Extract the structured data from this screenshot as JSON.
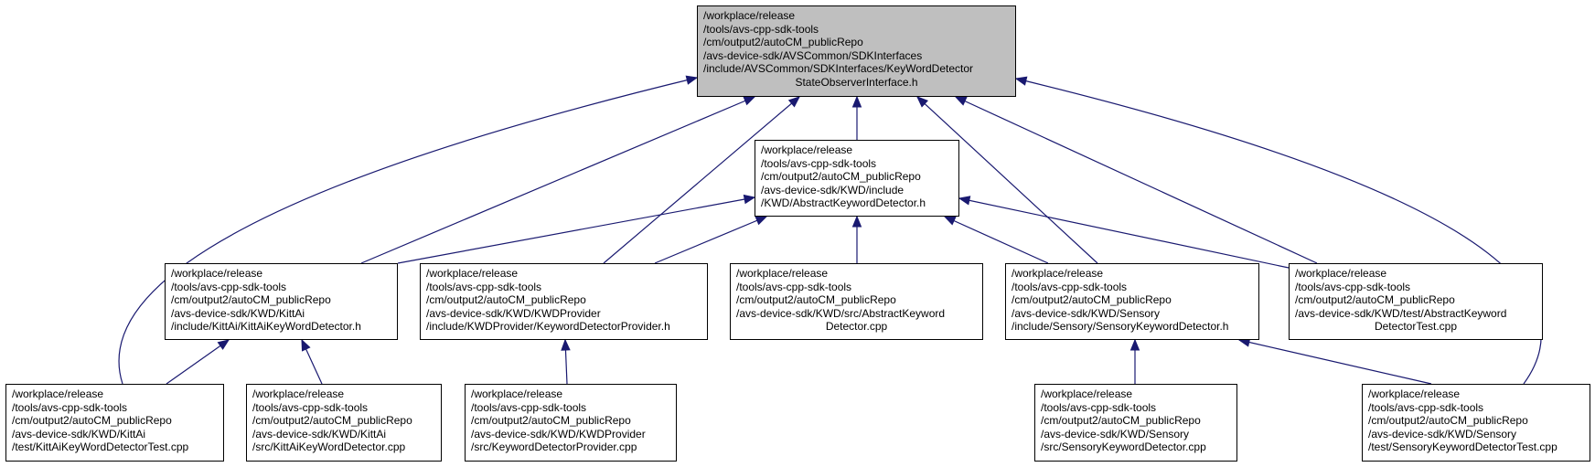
{
  "colors": {
    "edge": "#191970",
    "root_fill": "#bfbfbf",
    "node_fill": "#ffffff",
    "border": "#000000"
  },
  "nodes": {
    "root": [
      "/workplace/release",
      "/tools/avs-cpp-sdk-tools",
      "/cm/output2/autoCM_publicRepo",
      "/avs-device-sdk/AVSCommon/SDKInterfaces",
      "/include/AVSCommon/SDKInterfaces/KeyWordDetector",
      "StateObserverInterface.h"
    ],
    "abstract_h": [
      "/workplace/release",
      "/tools/avs-cpp-sdk-tools",
      "/cm/output2/autoCM_publicRepo",
      "/avs-device-sdk/KWD/include",
      "/KWD/AbstractKeywordDetector.h"
    ],
    "kittai_h": [
      "/workplace/release",
      "/tools/avs-cpp-sdk-tools",
      "/cm/output2/autoCM_publicRepo",
      "/avs-device-sdk/KWD/KittAi",
      "/include/KittAi/KittAiKeyWordDetector.h"
    ],
    "provider_h": [
      "/workplace/release",
      "/tools/avs-cpp-sdk-tools",
      "/cm/output2/autoCM_publicRepo",
      "/avs-device-sdk/KWD/KWDProvider",
      "/include/KWDProvider/KeywordDetectorProvider.h"
    ],
    "abstract_cpp": [
      "/workplace/release",
      "/tools/avs-cpp-sdk-tools",
      "/cm/output2/autoCM_publicRepo",
      "/avs-device-sdk/KWD/src/AbstractKeyword",
      "Detector.cpp"
    ],
    "sensory_h": [
      "/workplace/release",
      "/tools/avs-cpp-sdk-tools",
      "/cm/output2/autoCM_publicRepo",
      "/avs-device-sdk/KWD/Sensory",
      "/include/Sensory/SensoryKeywordDetector.h"
    ],
    "abstract_test": [
      "/workplace/release",
      "/tools/avs-cpp-sdk-tools",
      "/cm/output2/autoCM_publicRepo",
      "/avs-device-sdk/KWD/test/AbstractKeyword",
      "DetectorTest.cpp"
    ],
    "kittai_test": [
      "/workplace/release",
      "/tools/avs-cpp-sdk-tools",
      "/cm/output2/autoCM_publicRepo",
      "/avs-device-sdk/KWD/KittAi",
      "/test/KittAiKeyWordDetectorTest.cpp"
    ],
    "kittai_cpp": [
      "/workplace/release",
      "/tools/avs-cpp-sdk-tools",
      "/cm/output2/autoCM_publicRepo",
      "/avs-device-sdk/KWD/KittAi",
      "/src/KittAiKeyWordDetector.cpp"
    ],
    "provider_cpp": [
      "/workplace/release",
      "/tools/avs-cpp-sdk-tools",
      "/cm/output2/autoCM_publicRepo",
      "/avs-device-sdk/KWD/KWDProvider",
      "/src/KeywordDetectorProvider.cpp"
    ],
    "sensory_cpp": [
      "/workplace/release",
      "/tools/avs-cpp-sdk-tools",
      "/cm/output2/autoCM_publicRepo",
      "/avs-device-sdk/KWD/Sensory",
      "/src/SensoryKeywordDetector.cpp"
    ],
    "sensory_test": [
      "/workplace/release",
      "/tools/avs-cpp-sdk-tools",
      "/cm/output2/autoCM_publicRepo",
      "/avs-device-sdk/KWD/Sensory",
      "/test/SensoryKeywordDetectorTest.cpp"
    ]
  },
  "edges": [
    {
      "from": "abstract_h",
      "to": "root"
    },
    {
      "from": "kittai_h",
      "to": "root"
    },
    {
      "from": "provider_h",
      "to": "root"
    },
    {
      "from": "sensory_h",
      "to": "root"
    },
    {
      "from": "abstract_test",
      "to": "root"
    },
    {
      "from": "kittai_test",
      "to": "root"
    },
    {
      "from": "sensory_test",
      "to": "root"
    },
    {
      "from": "kittai_h",
      "to": "abstract_h"
    },
    {
      "from": "provider_h",
      "to": "abstract_h"
    },
    {
      "from": "abstract_cpp",
      "to": "abstract_h"
    },
    {
      "from": "sensory_h",
      "to": "abstract_h"
    },
    {
      "from": "abstract_test",
      "to": "abstract_h"
    },
    {
      "from": "kittai_test",
      "to": "kittai_h"
    },
    {
      "from": "kittai_cpp",
      "to": "kittai_h"
    },
    {
      "from": "provider_cpp",
      "to": "provider_h"
    },
    {
      "from": "sensory_cpp",
      "to": "sensory_h"
    },
    {
      "from": "sensory_test",
      "to": "sensory_h"
    }
  ]
}
